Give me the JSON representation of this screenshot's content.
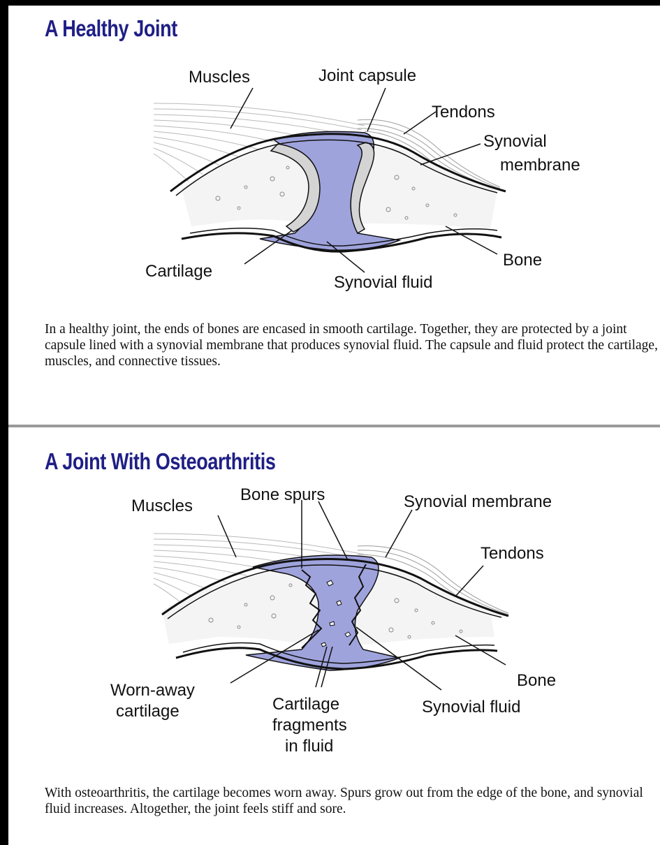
{
  "healthy": {
    "title": "A Healthy Joint",
    "labels": {
      "muscles": "Muscles",
      "joint_capsule": "Joint capsule",
      "tendons": "Tendons",
      "synovial_membrane_1": "Synovial",
      "synovial_membrane_2": "membrane",
      "cartilage": "Cartilage",
      "synovial_fluid": "Synovial fluid",
      "bone": "Bone"
    },
    "caption": "In a healthy joint, the ends of bones are encased in smooth cartilage. Together, they are protected by a joint capsule lined with a synovial membrane that produces synovial fluid. The capsule and fluid protect the cartilage, muscles, and connective tissues."
  },
  "osteo": {
    "title": "A Joint With Osteoarthritis",
    "labels": {
      "muscles": "Muscles",
      "bone_spurs": "Bone spurs",
      "synovial_membrane": "Synovial membrane",
      "tendons": "Tendons",
      "bone": "Bone",
      "worn_1": "Worn-away",
      "worn_2": "cartilage",
      "fragments_1": "Cartilage",
      "fragments_2": "fragments",
      "fragments_3": "in fluid",
      "synovial_fluid": "Synovial fluid"
    },
    "caption": "With osteoarthritis, the cartilage becomes worn away. Spurs grow out from the edge of the bone, and synovial fluid increases. Altogether, the joint feels stiff and sore."
  },
  "colors": {
    "title": "#1f1f86",
    "fluid": "#9fa3dc",
    "cartilage": "#d4d4d4",
    "outline": "#111111"
  }
}
